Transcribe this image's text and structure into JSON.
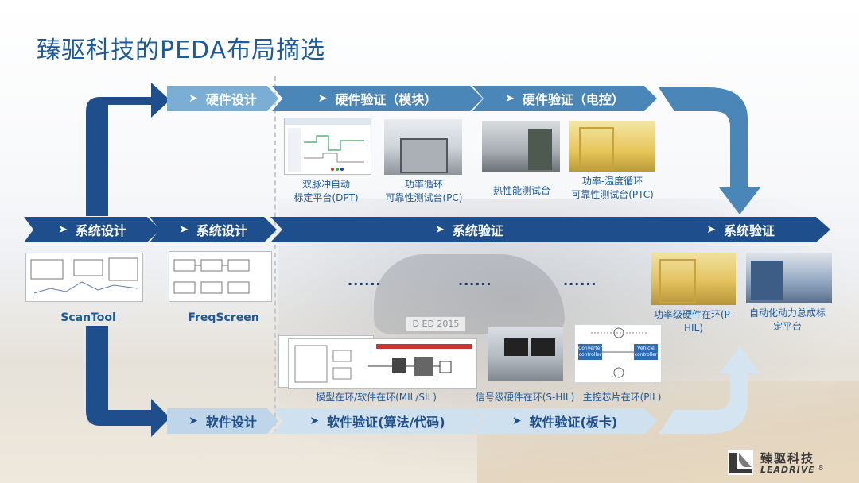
{
  "title": "臻驱科技的PEDA布局摘选",
  "bands": {
    "hw_design": "硬件设计",
    "hw_verify_module": "硬件验证（模块）",
    "hw_verify_ecu": "硬件验证（电控）",
    "sys_design_1": "系统设计",
    "sys_design_2": "系统设计",
    "sys_verify_1": "系统验证",
    "sys_verify_2": "系统验证",
    "sw_design": "软件设计",
    "sw_verify_algo": "软件验证(算法/代码)",
    "sw_verify_board": "软件验证(板卡)"
  },
  "hw_items": [
    {
      "line1": "双脉冲自动",
      "line2": "标定平台(DPT)"
    },
    {
      "line1": "功率循环",
      "line2": "可靠性测试台(PC)"
    },
    {
      "line1": "热性能测试台",
      "line2": ""
    },
    {
      "line1": "功率-温度循环",
      "line2": "可靠性测试台(PTC)"
    }
  ],
  "sys_items": {
    "scantool": "ScanTool",
    "freqscreen": "FreqScreen",
    "dots": "......",
    "phil_line1": "功率级硬件在环(P-",
    "phil_line2": "HIL)",
    "auto_line1": "自动化动力总成标",
    "auto_line2": "定平台"
  },
  "sw_items": {
    "mil": "模型在环/软件在环(MIL/SIL)",
    "shil": "信号级硬件在环(S-HIL)",
    "pil": "主控芯片在环(PIL)"
  },
  "diagram_labels": {
    "converter": "Converter controller",
    "vehicle": "Vehicle controller",
    "plate": "D ED 2015"
  },
  "footer": {
    "company": "臻驱科技",
    "brand": "LEADRIVE",
    "page": "8"
  },
  "colors": {
    "dark_blue": "#1e4f8c",
    "mid_blue": "#4a86b8",
    "light_blue": "#7aaed4",
    "pale_blue": "#c7dcec",
    "title": "#1e5b9a"
  }
}
